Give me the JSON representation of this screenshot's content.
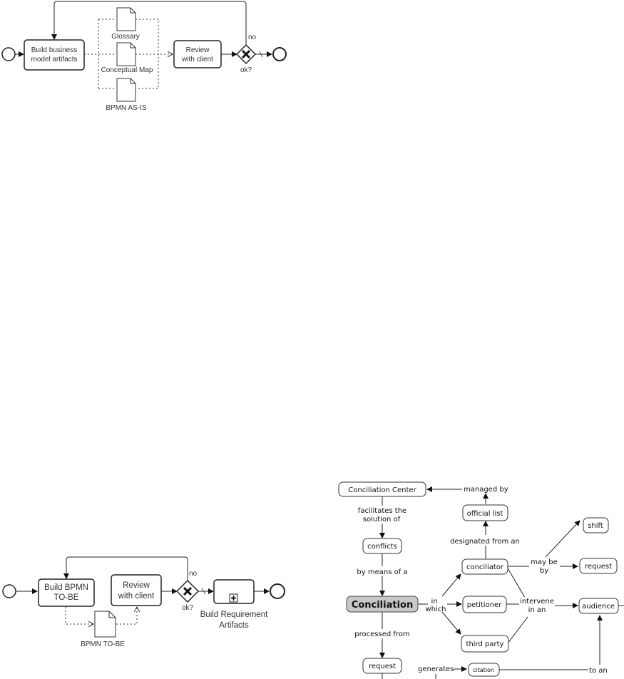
{
  "diagram1": {
    "tasks": {
      "build": [
        "Build business",
        "model artifacts"
      ],
      "review": [
        "Review",
        "with   client"
      ]
    },
    "artifacts": [
      "Glossary",
      "Conceptual Map",
      "BPMN AS-IS"
    ],
    "gateway": {
      "label": "ok?",
      "no_label": "no"
    }
  },
  "diagram2": {
    "tasks": {
      "build": [
        "Build BPMN",
        "TO-BE"
      ],
      "review": [
        "Review",
        "with client"
      ],
      "subprocess": [
        "Build Requirement",
        "Artifacts"
      ]
    },
    "artifact": "BPMN TO-BE",
    "gateway": {
      "label": "ok?",
      "no_label": "no"
    }
  },
  "concept_map": {
    "concepts": {
      "center": "Conciliation Center",
      "conflicts": "conflicts",
      "conciliation": "Conciliation",
      "request1": "request",
      "official_list": "official list",
      "conciliator": "conciliator",
      "petitioner": "petitioner",
      "third_party": "third party",
      "shift": "shift",
      "request2": "request",
      "audience": "audience",
      "citation": "citation"
    },
    "links": {
      "managed_by": "managed by",
      "facilitates": [
        "facilitates the",
        "solution of"
      ],
      "by_means": "by means of a",
      "designated": "designated from an",
      "in_which": [
        "in",
        "which"
      ],
      "may_be_by": [
        "may be",
        "by"
      ],
      "intervene": [
        "intervene",
        "in an"
      ],
      "processed": "processed from",
      "generates": "generates",
      "to_an": "to an"
    }
  }
}
